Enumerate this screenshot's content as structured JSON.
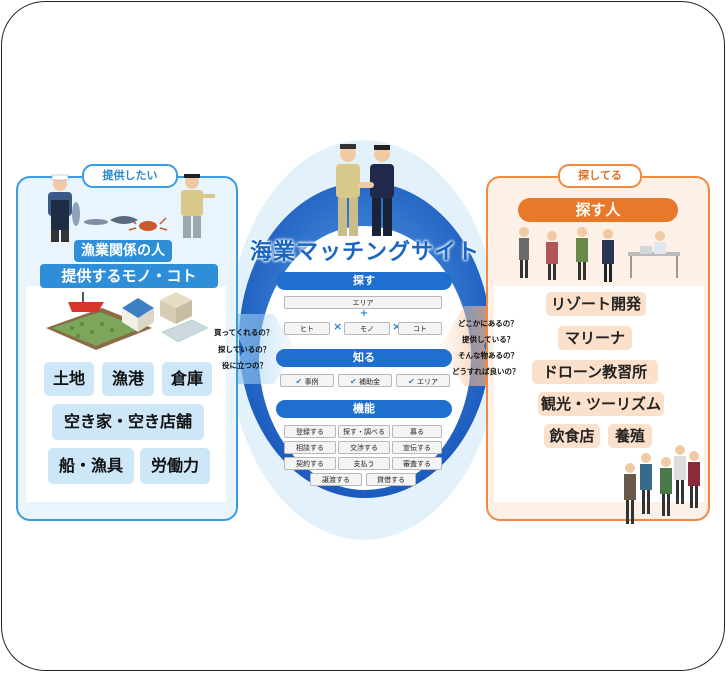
{
  "left": {
    "tab": "提供したい",
    "head1": "漁業関係の人",
    "head2": "提供するモノ・コト",
    "chips": [
      "土地",
      "漁港",
      "倉庫",
      "空き家・空き店舗",
      "船・漁具",
      "労働力"
    ]
  },
  "right": {
    "tab": "探してる",
    "head": "探す人",
    "chips": [
      "リゾート開発",
      "マリーナ",
      "ドローン教習所",
      "観光・ツーリズム",
      "飲食店",
      "養殖"
    ]
  },
  "center": {
    "title": "海業マッチングサイト",
    "search": {
      "head": "探す",
      "area": "エリア",
      "plus": "+",
      "items": [
        "ヒト",
        "モノ",
        "コト"
      ],
      "x": "×"
    },
    "know": {
      "head": "知る",
      "items": [
        "事例",
        "補助金",
        "エリア"
      ],
      "check": "✔"
    },
    "func": {
      "head": "機能",
      "items": [
        "登録する",
        "探す・調べる",
        "募る",
        "相談する",
        "交渉する",
        "宣伝する",
        "契約する",
        "支払う",
        "審査する",
        "譲渡する",
        "貸借する"
      ]
    }
  },
  "questions_left": [
    "買ってくれるの？",
    "探しているの？",
    "役に立つの？"
  ],
  "questions_right": [
    "どこかにあるの？",
    "提供している？",
    "そんな物あるの？",
    "どうすれば良いの？"
  ],
  "colors": {
    "blue": "#1f6fcf",
    "orange": "#e8782a",
    "left_bg": "#e9f4fc",
    "right_bg": "#fdf0e6"
  }
}
